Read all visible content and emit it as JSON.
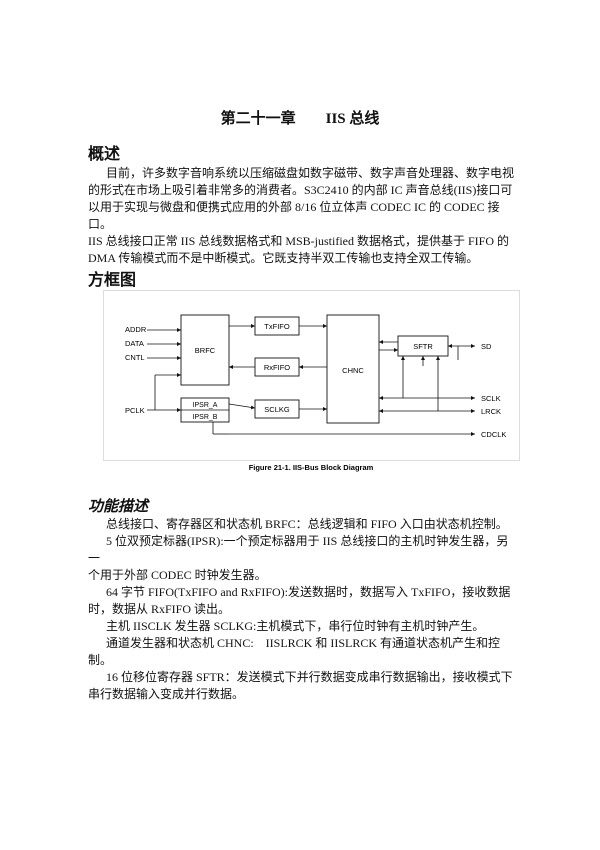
{
  "title": "第二十一章　　IIS 总线",
  "overview": {
    "heading": "概述",
    "lines": [
      "目前，许多数字音响系统以压缩磁盘如数字磁带、数字声音处理器、数字电视",
      "的形式在市场上吸引着非常多的消费者。S3C2410 的内部 IC 声音总线(IIS)接口可",
      "以用于实现与微盘和便携式应用的外部 8/16 位立体声 CODEC IC 的 CODEC 接口。",
      "IIS 总线接口正常 IIS 总线数据格式和 MSB-justified 数据格式，提供基于 FIFO 的",
      "DMA 传输模式而不是中断模式。它既支持半双工传输也支持全双工传输。"
    ]
  },
  "block_diagram": {
    "heading": "方框图",
    "caption": "Figure 21-1. IIS-Bus Block Diagram",
    "inputs": [
      "ADDR",
      "DATA",
      "CNTL",
      "PCLK"
    ],
    "blocks": {
      "brfc": "BRFC",
      "txfifo": "TxFIFO",
      "rxfifo": "RxFIFO",
      "chnc": "CHNC",
      "sftr": "SFTR",
      "ipsr_a": "IPSR_A",
      "ipsr_b": "IPSR_B",
      "sclkg": "SCLKG"
    },
    "outputs": [
      "SD",
      "SCLK",
      "LRCK",
      "CDCLK"
    ]
  },
  "function": {
    "heading": "功能描述",
    "items": [
      [
        "总线接口、寄存器区和状态机 BRFC：总线逻辑和 FIFO 入口由状态机控制。"
      ],
      [
        "5 位双预定标器(IPSR):一个预定标器用于 IIS 总线接口的主机时钟发生器，另一",
        "个用于外部 CODEC 时钟发生器。"
      ],
      [
        "64 字节 FIFO(TxFIFO and RxFIFO):发送数据时，数据写入 TxFIFO，接收数据",
        "时，数据从 RxFIFO 读出。"
      ],
      [
        "主机 IISCLK 发生器 SCLKG:主机模式下，串行位时钟有主机时钟产生。"
      ],
      [
        "通道发生器和状态机 CHNC:　IISLRCK 和 IISLRCK 有通道状态机产生和控",
        "制。"
      ],
      [
        "16 位移位寄存器 SFTR：发送模式下并行数据变成串行数据输出，接收模式下",
        "串行数据输入变成并行数据。"
      ]
    ]
  }
}
